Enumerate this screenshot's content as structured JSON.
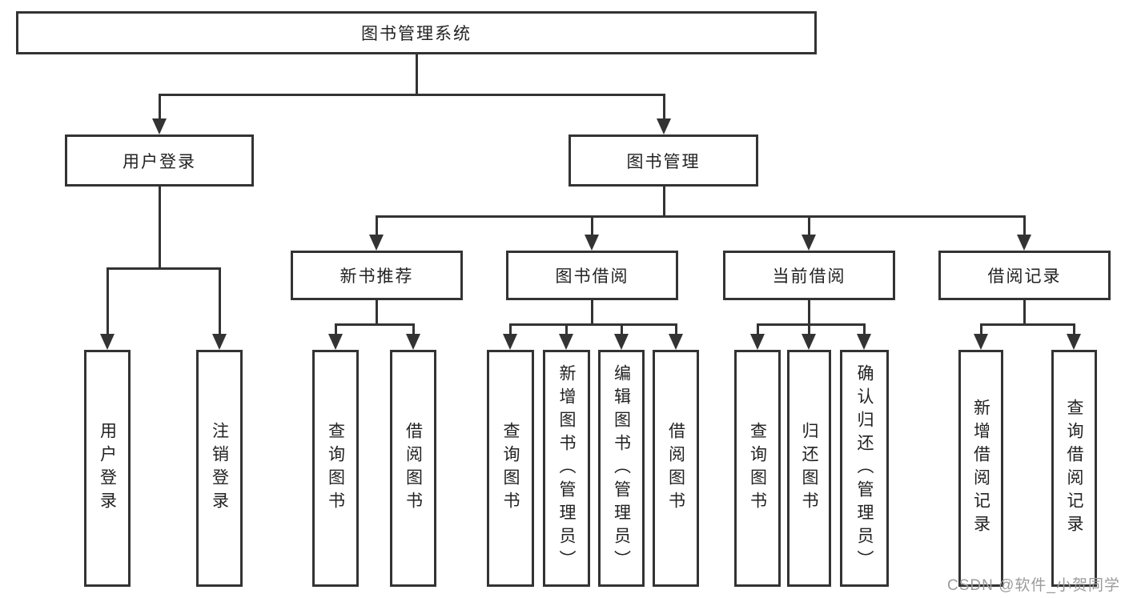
{
  "diagram": {
    "root": {
      "label": "图书管理系统"
    },
    "login": {
      "label": "用户登录",
      "children": [
        {
          "label": "用户登录"
        },
        {
          "label": "注销登录"
        }
      ]
    },
    "management": {
      "label": "图书管理",
      "modules": [
        {
          "label": "新书推荐",
          "children": [
            {
              "label": "查询图书"
            },
            {
              "label": "借阅图书"
            }
          ]
        },
        {
          "label": "图书借阅",
          "children": [
            {
              "label": "查询图书"
            },
            {
              "label": "新增图书（管理员）"
            },
            {
              "label": "编辑图书（管理员）"
            },
            {
              "label": "借阅图书"
            }
          ]
        },
        {
          "label": "当前借阅",
          "children": [
            {
              "label": "查询图书"
            },
            {
              "label": "归还图书"
            },
            {
              "label": "确认归还（管理员）"
            }
          ]
        },
        {
          "label": "借阅记录",
          "children": [
            {
              "label": "新增借阅记录"
            },
            {
              "label": "查询借阅记录"
            }
          ]
        }
      ]
    }
  },
  "watermark": {
    "text": "CSDN @软件_小贺同学"
  },
  "colors": {
    "line": "#333333",
    "text": "#222222",
    "watermark": "#9b9b9b",
    "background": "#ffffff"
  }
}
